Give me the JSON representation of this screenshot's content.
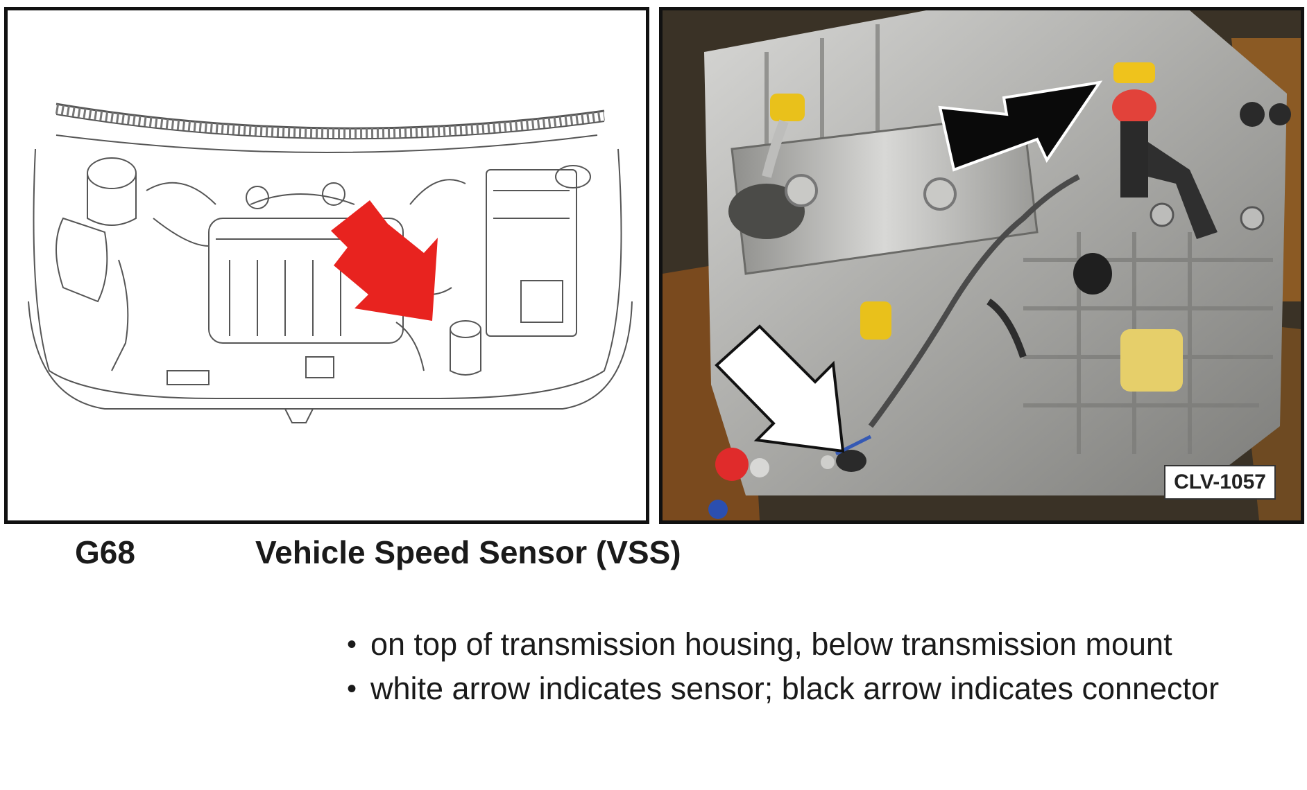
{
  "figure": {
    "left_diagram": {
      "icon": "engine-bay-line-drawing",
      "arrow_color": "#e8231f"
    },
    "right_photo": {
      "icon": "transmission-photo",
      "label": "CLV-1057",
      "sensor_arrow_color": "#ffffff",
      "connector_arrow_color": "#000000"
    }
  },
  "component": {
    "code": "G68",
    "name": "Vehicle Speed Sensor (VSS)"
  },
  "notes": [
    "on top of transmission housing, below transmission mount",
    "white arrow indicates sensor; black arrow indicates connector"
  ]
}
